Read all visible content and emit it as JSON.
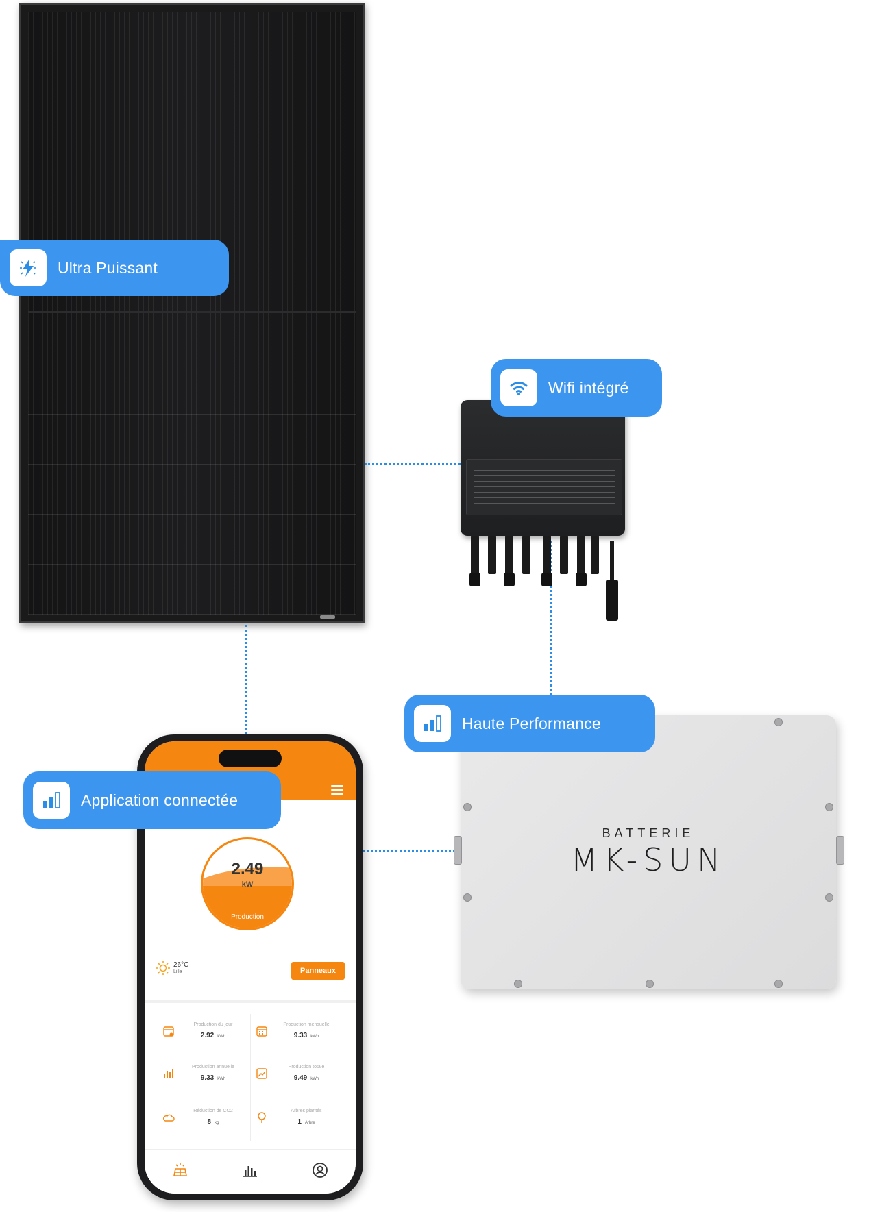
{
  "badges": {
    "ultra": "Ultra Puissant",
    "wifi": "Wifi intégré",
    "performance": "Haute Performance",
    "app": "Application connectée"
  },
  "battery": {
    "title": "BATTERIE",
    "brand": "MK-SUN"
  },
  "app": {
    "production_value": "2.49",
    "production_unit": "kW",
    "production_label": "Production",
    "weather_temp": "26°C",
    "weather_city": "Lille",
    "panels_button": "Panneaux",
    "stats": [
      {
        "label": "Production du jour",
        "value": "2.92",
        "unit": "kWh"
      },
      {
        "label": "Production mensuelle",
        "value": "9.33",
        "unit": "kWh"
      },
      {
        "label": "Production annuelle",
        "value": "9.33",
        "unit": "kWh"
      },
      {
        "label": "Production totale",
        "value": "9.49",
        "unit": "kWh"
      },
      {
        "label": "Réduction de CO2",
        "value": "8",
        "unit": "kg"
      },
      {
        "label": "Arbres plantés",
        "value": "1",
        "unit": "Arbre"
      }
    ]
  },
  "colors": {
    "badge": "#3c95ee",
    "connector": "#2a8de6",
    "app_accent": "#f5860f"
  },
  "icons": [
    "lightning-icon",
    "wifi-icon",
    "bar-chart-icon",
    "solar-panel-icon",
    "chart-icon",
    "user-icon",
    "sun-icon",
    "menu-icon",
    "calendar-icon",
    "cloud-icon",
    "tree-icon"
  ]
}
